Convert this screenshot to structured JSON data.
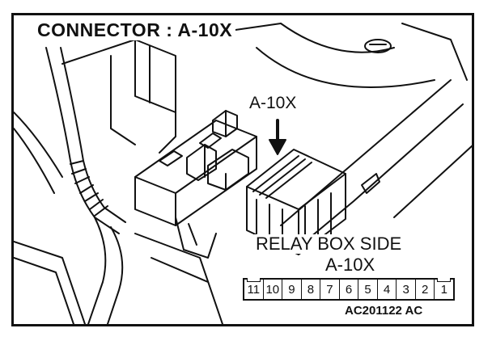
{
  "title": "CONNECTOR : A-10X",
  "callout_label": "A-10X",
  "relay_box": {
    "heading": "RELAY BOX SIDE",
    "connector": "A-10X",
    "pins": [
      "11",
      "10",
      "9",
      "8",
      "7",
      "6",
      "5",
      "4",
      "3",
      "2",
      "1"
    ]
  },
  "figure_code": "AC201122 AC"
}
